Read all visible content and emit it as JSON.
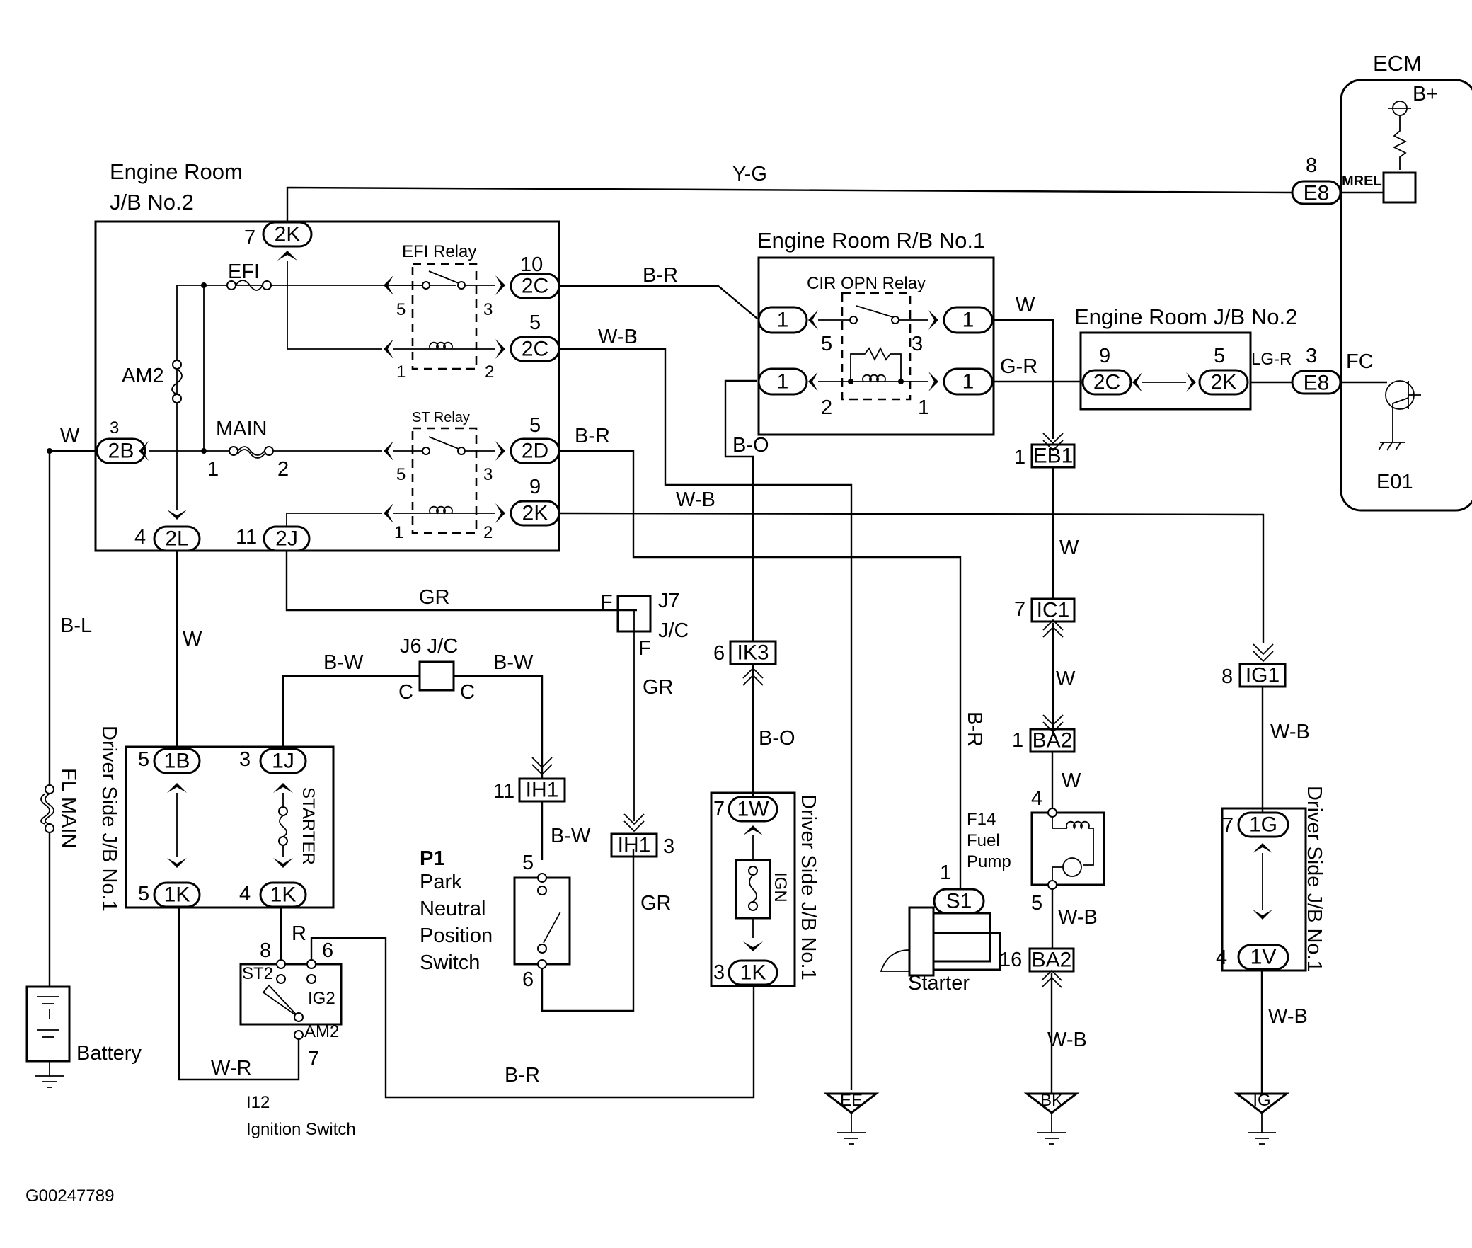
{
  "diagram": {
    "figure_id": "G00247789",
    "components": {
      "ecm": {
        "title": "ECM",
        "b_plus": "B+",
        "mrel": "MREL",
        "fc": "FC",
        "e01": "E01"
      },
      "ecm_connectors": [
        {
          "pin": "8",
          "code": "E8",
          "wire": "Y-G"
        },
        {
          "pin": "3",
          "code": "E8",
          "wire": "LG-R"
        }
      ],
      "engine_room_jb2_main": {
        "title_line1": "Engine Room",
        "title_line2": "J/B No.2",
        "efi_fuse": "EFI",
        "am2_fuse": "AM2",
        "main_fuse": "MAIN",
        "main_pin1": "1",
        "main_pin2": "2",
        "efi_relay": {
          "title": "EFI Relay",
          "pins": [
            "5",
            "3",
            "1",
            "2"
          ]
        },
        "st_relay": {
          "title": "ST Relay",
          "pins": [
            "5",
            "3",
            "1",
            "2"
          ]
        },
        "connectors": [
          {
            "pin": "7",
            "code": "2K"
          },
          {
            "pin": "10",
            "code": "2C"
          },
          {
            "pin": "5",
            "code": "2C"
          },
          {
            "pin": "3",
            "code": "2B"
          },
          {
            "pin": "5",
            "code": "2D"
          },
          {
            "pin": "9",
            "code": "2K"
          },
          {
            "pin": "4",
            "code": "2L"
          },
          {
            "pin": "11",
            "code": "2J"
          }
        ]
      },
      "engine_room_rb1": {
        "title": "Engine Room R/B No.1",
        "relay": "CIR OPN Relay",
        "pins": [
          "5",
          "3",
          "2",
          "1"
        ],
        "connector_code": "1"
      },
      "engine_room_jb2_small": {
        "title": "Engine Room J/B No.2",
        "connectors": [
          {
            "pin": "9",
            "code": "2C"
          },
          {
            "pin": "5",
            "code": "2K"
          }
        ]
      },
      "driver_jb1_left": {
        "title": "Driver Side J/B No.1",
        "fuse": "STARTER",
        "connectors": [
          {
            "pin": "5",
            "code": "1B"
          },
          {
            "pin": "3",
            "code": "1J"
          },
          {
            "pin": "5",
            "code": "1K"
          },
          {
            "pin": "4",
            "code": "1K"
          }
        ]
      },
      "driver_jb1_mid": {
        "title": "Driver Side J/B No.1",
        "fuse": "IGN",
        "connectors": [
          {
            "pin": "7",
            "code": "1W"
          },
          {
            "pin": "3",
            "code": "1K"
          }
        ]
      },
      "driver_jb1_right": {
        "title": "Driver Side J/B No.1",
        "connectors": [
          {
            "pin": "7",
            "code": "1G"
          },
          {
            "pin": "4",
            "code": "1V"
          }
        ]
      },
      "fl_main": "FL MAIN",
      "battery": "Battery",
      "ignition_switch": {
        "id": "I12",
        "name": "Ignition Switch",
        "terminals": [
          "ST2",
          "IG2",
          "AM2"
        ],
        "pins": [
          "8",
          "6",
          "7"
        ]
      },
      "j6": {
        "title": "J6 J/C",
        "left": "C",
        "right": "C"
      },
      "j7": {
        "title_line1": "J7",
        "title_line2": "J/C",
        "left": "F",
        "bottom": "F"
      },
      "pnp_switch": {
        "id": "P1",
        "lines": [
          "Park",
          "Neutral",
          "Position",
          "Switch"
        ],
        "pins": [
          "5",
          "6"
        ]
      },
      "starter": {
        "name": "Starter",
        "pin": "1",
        "code": "S1"
      },
      "fuel_pump": {
        "id": "F14",
        "line1": "Fuel",
        "line2": "Pump",
        "pins": [
          "4",
          "5"
        ]
      },
      "inline_connectors": [
        {
          "pin": "11",
          "code": "IH1"
        },
        {
          "pin": "3",
          "code": "IH1"
        },
        {
          "pin": "6",
          "code": "IK3"
        },
        {
          "pin": "1",
          "code": "EB1"
        },
        {
          "pin": "7",
          "code": "IC1"
        },
        {
          "pin": "1",
          "code": "BA2"
        },
        {
          "pin": "16",
          "code": "BA2"
        },
        {
          "pin": "8",
          "code": "IG1"
        }
      ],
      "grounds": [
        "EE",
        "BK",
        "IG"
      ]
    },
    "wire_labels": {
      "yg": "Y-G",
      "br_top": "B-R",
      "wb_top": "W-B",
      "br_st": "B-R",
      "wb_st": "W-B",
      "w_batt": "W",
      "bl": "B-L",
      "w_2l": "W",
      "gr_top": "GR",
      "bw_left": "B-W",
      "bw_right": "B-W",
      "gr_j7": "GR",
      "bw_pnp": "B-W",
      "gr_pnp": "GR",
      "bo_top": "B-O",
      "bo_mid": "B-O",
      "br_vert": "B-R",
      "w_rb": "W",
      "gr_rb": "G-R",
      "lgr": "LG-R",
      "w1": "W",
      "w2": "W",
      "w3": "W",
      "wb_pump": "W-B",
      "wb_ground": "W-B",
      "wb_ig1": "W-B",
      "wb_ig": "W-B",
      "r": "R",
      "wr": "W-R",
      "br_bottom": "B-R"
    }
  }
}
